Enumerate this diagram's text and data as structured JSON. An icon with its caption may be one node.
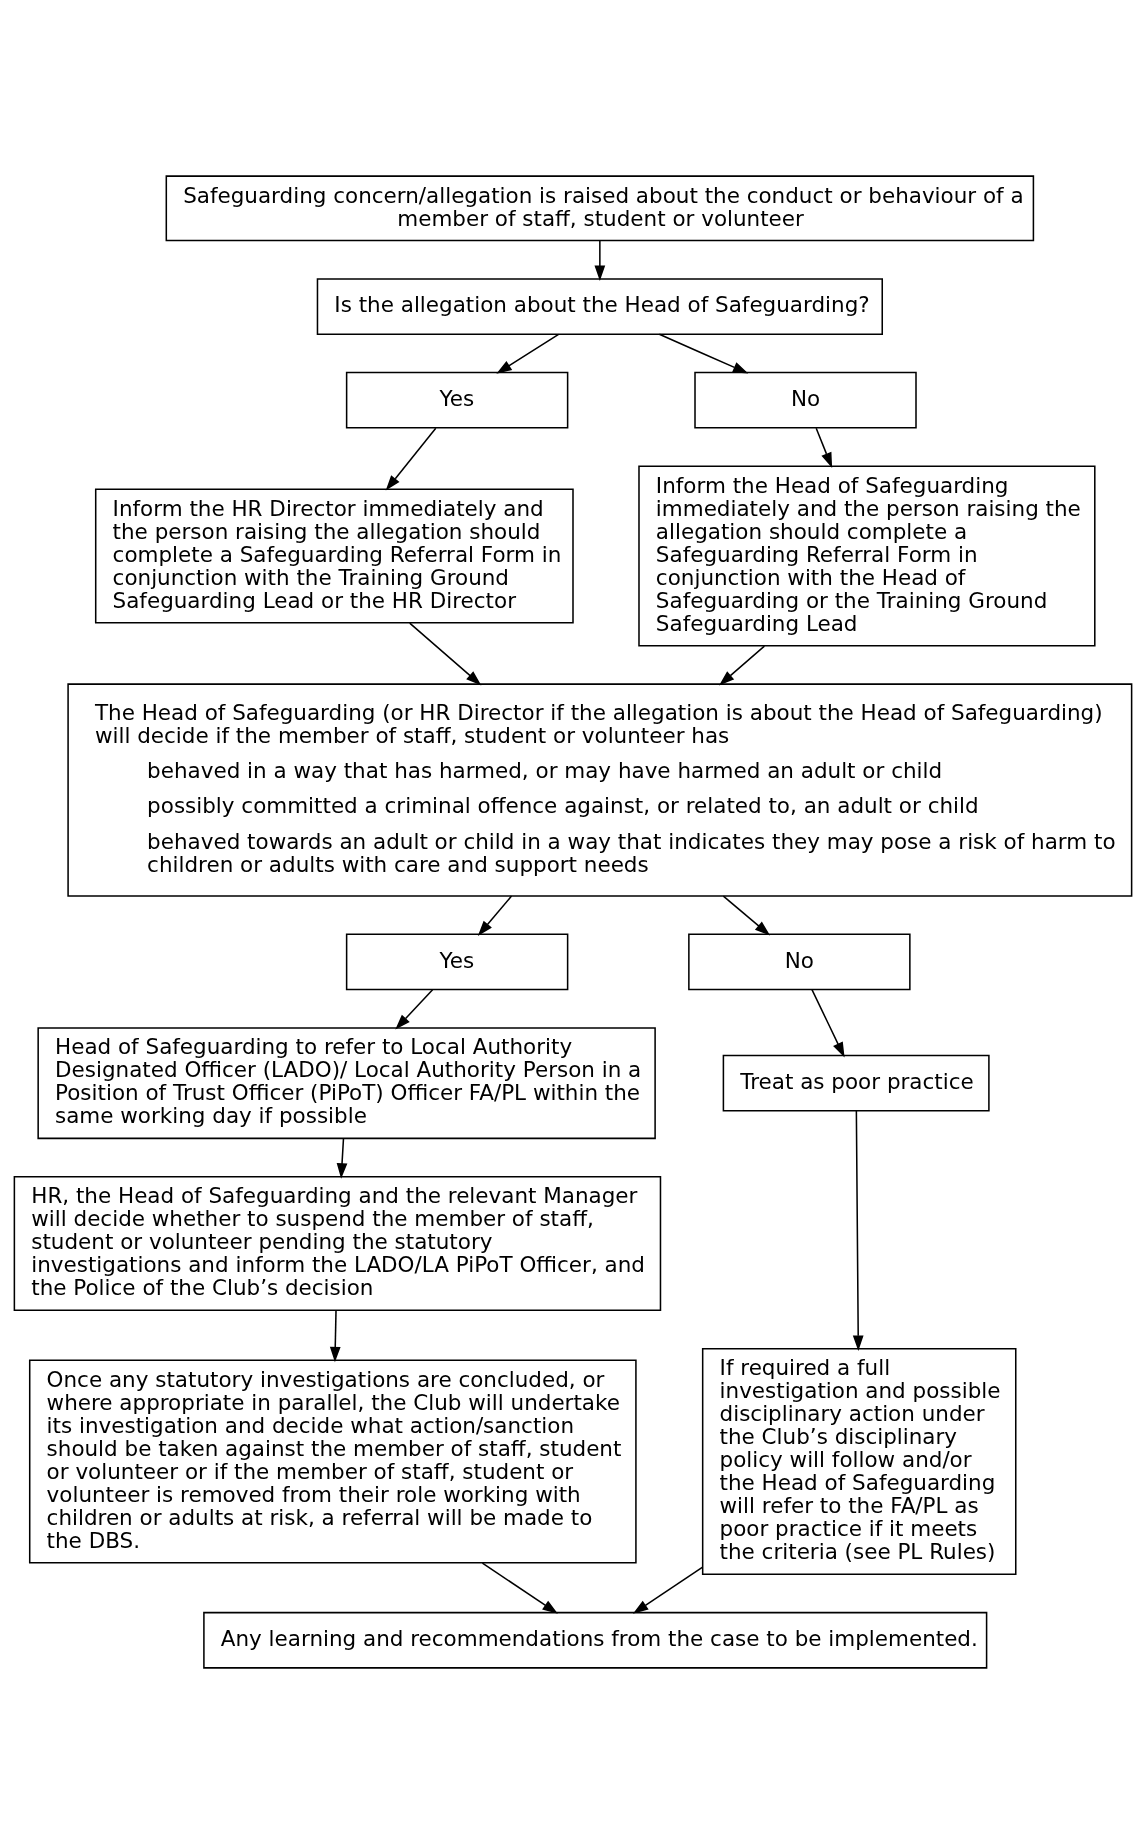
{
  "diagram": {
    "nodes": [
      {
        "text": [
          "Safeguarding concern/allegation is raised about the conduct or behaviour of a member of staff, student or volunteer"
        ]
      },
      {
        "text": [
          "Is the allegation about the Head of Safeguarding?"
        ]
      },
      {
        "text": [
          "Yes"
        ]
      },
      {
        "text": [
          "No"
        ]
      },
      {
        "text": [
          "Inform the HR Director immediately and the person raising the allegation should complete a Safeguarding Referral Form in conjunction with the Training Ground Safeguarding Lead or the HR Director"
        ]
      },
      {
        "text": [
          "Inform the Head of Safeguarding immediately and the person raising the allegation should complete a Safeguarding Referral Form in conjunction with the Head of Safeguarding or the Training Ground Safeguarding Lead"
        ]
      },
      {
        "text": [
          "The Head of Safeguarding (or HR Director if the allegation is about the Head of Safeguarding) will decide if the member of staff, student or volunteer has",
          "behaved in a way that has harmed, or may have harmed an adult or child",
          "possibly committed a criminal offence against, or related to, an adult or child",
          "behaved towards an adult or child in a way that indicates they may pose a risk of harm to children or adults with care and support needs"
        ]
      },
      {
        "text": [
          "Yes"
        ]
      },
      {
        "text": [
          "No"
        ]
      },
      {
        "text": [
          "Head of Safeguarding to refer to Local Authority Designated Officer (LADO)/ Local Authority Person in a Position of Trust Officer (PiPoT) Officer FA/PL within the same working day if possible"
        ]
      },
      {
        "text": [
          "Treat as poor practice"
        ]
      },
      {
        "text": [
          "HR, the Head of Safeguarding and the relevant Manager will decide whether to suspend the member of staff, student or volunteer pending the statutory investigations and inform the LADO/LA PiPoT Officer, and the Police of the Club’s decision"
        ]
      },
      {
        "text": [
          "If required a full investigation and possible disciplinary action under the Club’s disciplinary policy will follow and/or the Head of Safeguarding will refer to the FA/PL as poor practice if it meets the criteria (see PL Rules)"
        ]
      },
      {
        "text": [
          "Once any statutory investigations are concluded, or where appropriate in parallel, the Club will undertake its investigation and decide what action/sanction should be taken against the member of staff, student or volunteer or if the member of staff, student or volunteer is removed from their role working with children or adults at risk, a referral will be made to the DBS."
        ]
      },
      {
        "text": [
          "Any learning and recommendations from the case to be implemented."
        ]
      }
    ],
    "edges": [
      {
        "from": 0,
        "to": 1,
        "arrow": "to"
      },
      {
        "from": 1,
        "to": 2,
        "arrow": "to"
      },
      {
        "from": 1,
        "to": 3,
        "arrow": "to"
      },
      {
        "from": 2,
        "to": 4,
        "arrow": "to"
      },
      {
        "from": 3,
        "to": 5,
        "arrow": "to"
      },
      {
        "from": 4,
        "to": 6,
        "arrow": "to"
      },
      {
        "from": 5,
        "to": 6,
        "arrow": "to"
      },
      {
        "from": 6,
        "to": 7,
        "arrow": "to"
      },
      {
        "from": 6,
        "to": 8,
        "arrow": "to"
      },
      {
        "from": 7,
        "to": 9,
        "arrow": "to"
      },
      {
        "from": 8,
        "to": 10,
        "arrow": "to"
      },
      {
        "from": 9,
        "to": 11,
        "arrow": "to"
      },
      {
        "from": 10,
        "to": 12,
        "arrow": "to"
      },
      {
        "from": 11,
        "to": 13,
        "arrow": "to"
      },
      {
        "from": 13,
        "to": 14,
        "arrow": "to"
      },
      {
        "from": 12,
        "to": 14,
        "arrow": "to"
      }
    ]
  }
}
